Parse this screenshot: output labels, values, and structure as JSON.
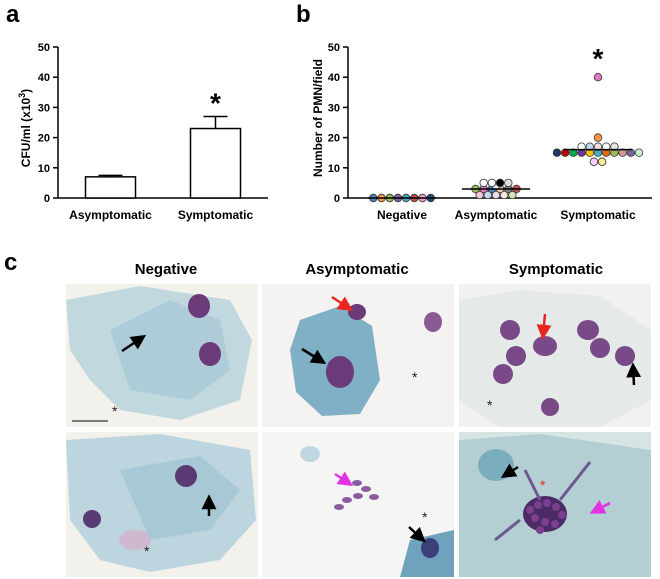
{
  "chart_data": [
    {
      "panel": "a",
      "type": "bar",
      "categories": [
        "Asymptomatic",
        "Symptomatic"
      ],
      "values": [
        7,
        23
      ],
      "errors": [
        0.5,
        4
      ],
      "significance": [
        "",
        "*"
      ],
      "ylabel": "CFU/ml (x10",
      "ylabel_sup": "3",
      "ylabel_end": ")",
      "ylim": [
        0,
        50
      ],
      "yticks": [
        "0",
        "10",
        "20",
        "30",
        "40",
        "50"
      ],
      "grid": false
    },
    {
      "panel": "b",
      "type": "scatter",
      "categories": [
        "Negative",
        "Asymptomatic",
        "Symptomatic"
      ],
      "ylabel": "Number of PMN/field",
      "ylim": [
        0,
        50
      ],
      "yticks": [
        "0",
        "10",
        "20",
        "30",
        "40",
        "50"
      ],
      "medians": [
        0,
        3,
        16
      ],
      "significance": [
        "",
        "",
        "*"
      ],
      "grid": false,
      "points": [
        [
          {
            "y": 0,
            "color": "#4f81bd"
          },
          {
            "y": 0,
            "color": "#f79646"
          },
          {
            "y": 0,
            "color": "#9bbb59"
          },
          {
            "y": 0,
            "color": "#8064a2"
          },
          {
            "y": 0,
            "color": "#4bacc6"
          },
          {
            "y": 0,
            "color": "#c0504d"
          },
          {
            "y": 0,
            "color": "#f2a0c8"
          },
          {
            "y": 0,
            "color": "#1f4e79"
          }
        ],
        [
          {
            "y": 5,
            "color": "#ffffff"
          },
          {
            "y": 5,
            "color": "#ffffff"
          },
          {
            "y": 5,
            "color": "#000000"
          },
          {
            "y": 5,
            "color": "#e0e0e0"
          },
          {
            "y": 4,
            "color": "#d9e8f5"
          },
          {
            "y": 3,
            "color": "#9bbb59"
          },
          {
            "y": 3,
            "color": "#e377c2"
          },
          {
            "y": 3,
            "color": "#4f81bd"
          },
          {
            "y": 3,
            "color": "#f2c9a0"
          },
          {
            "y": 3,
            "color": "#7f7f7f"
          },
          {
            "y": 3,
            "color": "#c0504d"
          },
          {
            "y": 1,
            "color": "#f7c6d9"
          },
          {
            "y": 1,
            "color": "#c6d9f1"
          },
          {
            "y": 1,
            "color": "#ebdef0"
          },
          {
            "y": 1,
            "color": "#fde9d9"
          },
          {
            "y": 1,
            "color": "#d8e4bc"
          }
        ],
        [
          {
            "y": 40,
            "color": "#e377c2"
          },
          {
            "y": 20,
            "color": "#f79646"
          },
          {
            "y": 17,
            "color": "#ffffff"
          },
          {
            "y": 17,
            "color": "#bdd7ee"
          },
          {
            "y": 17,
            "color": "#f2dcdb"
          },
          {
            "y": 17,
            "color": "#ffffff"
          },
          {
            "y": 17,
            "color": "#e6e6e6"
          },
          {
            "y": 15,
            "color": "#1f3864"
          },
          {
            "y": 15,
            "color": "#c00000"
          },
          {
            "y": 15,
            "color": "#00b050"
          },
          {
            "y": 15,
            "color": "#7030a0"
          },
          {
            "y": 15,
            "color": "#ffc000"
          },
          {
            "y": 15,
            "color": "#4bacc6"
          },
          {
            "y": 15,
            "color": "#e46c0a"
          },
          {
            "y": 15,
            "color": "#9bbb59"
          },
          {
            "y": 15,
            "color": "#d99694"
          },
          {
            "y": 15,
            "color": "#8064a2"
          },
          {
            "y": 15,
            "color": "#c6efce"
          },
          {
            "y": 12,
            "color": "#ffccff"
          },
          {
            "y": 12,
            "color": "#ffe699"
          }
        ]
      ]
    }
  ],
  "panel_c": {
    "letter": "c",
    "columns": [
      "Negative",
      "Asymptomatic",
      "Symptomatic"
    ]
  },
  "letters": {
    "a": "a",
    "b": "b"
  },
  "colors": {
    "micro_bg": "#f1f3f1",
    "cell_blue": "#b7d2dc",
    "nucleus": "#6a3a78",
    "arrow_black": "#000000",
    "arrow_red": "#e8261e",
    "arrow_magenta": "#e332e3"
  }
}
